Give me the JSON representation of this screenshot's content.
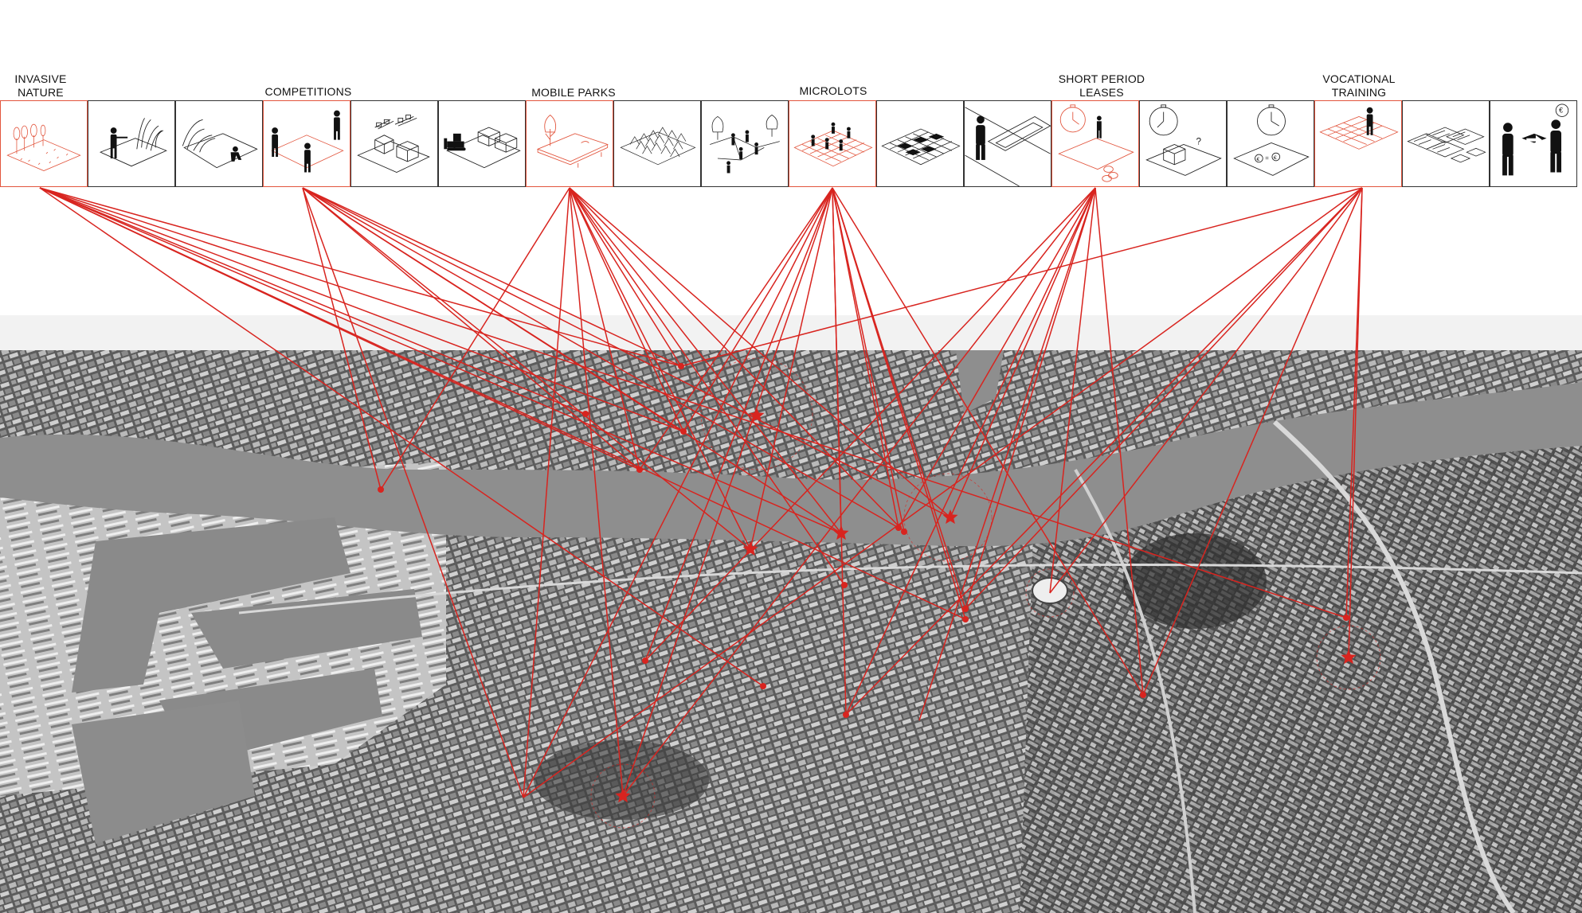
{
  "categories": [
    {
      "id": "invasive-nature",
      "label": "INVASIVE\nNATURE"
    },
    {
      "id": "competitions",
      "label": "COMPETITIONS"
    },
    {
      "id": "mobile-parks",
      "label": "MOBILE PARKS"
    },
    {
      "id": "microlots",
      "label": "MICROLOTS"
    },
    {
      "id": "short-period-leases",
      "label": "SHORT PERIOD\nLEASES"
    },
    {
      "id": "vocational-training",
      "label": "VOCATIONAL\nTRAINING"
    }
  ],
  "panels": [
    {
      "icon": "seedling-field-icon",
      "accent": true
    },
    {
      "icon": "person-cutting-plants-icon",
      "accent": false
    },
    {
      "icon": "person-in-overgrowth-icon",
      "accent": false
    },
    {
      "icon": "people-on-lot-icon",
      "accent": true
    },
    {
      "icon": "building-blocks-icon",
      "accent": false
    },
    {
      "icon": "bulldozer-icon",
      "accent": false
    },
    {
      "icon": "mobile-tree-platform-icon",
      "accent": true
    },
    {
      "icon": "tree-grid-icon",
      "accent": false
    },
    {
      "icon": "people-network-icon",
      "accent": false
    },
    {
      "icon": "microlot-grid-people-icon",
      "accent": true
    },
    {
      "icon": "checker-grid-icon",
      "accent": false
    },
    {
      "icon": "person-beside-lot-icon",
      "accent": false
    },
    {
      "icon": "stopwatch-person-icon",
      "accent": true
    },
    {
      "icon": "stopwatch-question-icon",
      "accent": false
    },
    {
      "icon": "stopwatch-euro-icon",
      "accent": false
    },
    {
      "icon": "person-on-grid-icon",
      "accent": true
    },
    {
      "icon": "scattered-tiles-icon",
      "accent": false
    },
    {
      "icon": "people-exchange-icon",
      "accent": false
    }
  ],
  "colors": {
    "accent": "#d8241f",
    "panel_accent_border": "#e2553d",
    "map_water": "#8d8d8d",
    "map_land": "#5a5a5a",
    "band": "#f2f2f2"
  },
  "map": {
    "type": "aerial-photo-greyscale",
    "site_markers": [
      {
        "kind": "star"
      },
      {
        "kind": "star"
      },
      {
        "kind": "star"
      },
      {
        "kind": "star"
      },
      {
        "kind": "star"
      },
      {
        "kind": "star"
      },
      {
        "kind": "dot"
      },
      {
        "kind": "dot"
      },
      {
        "kind": "dot"
      },
      {
        "kind": "dot"
      },
      {
        "kind": "dot"
      },
      {
        "kind": "dot"
      },
      {
        "kind": "dot"
      },
      {
        "kind": "dot"
      },
      {
        "kind": "dot"
      },
      {
        "kind": "dot"
      },
      {
        "kind": "dot"
      },
      {
        "kind": "dot"
      },
      {
        "kind": "dot"
      },
      {
        "kind": "dot"
      },
      {
        "kind": "dot"
      }
    ]
  }
}
